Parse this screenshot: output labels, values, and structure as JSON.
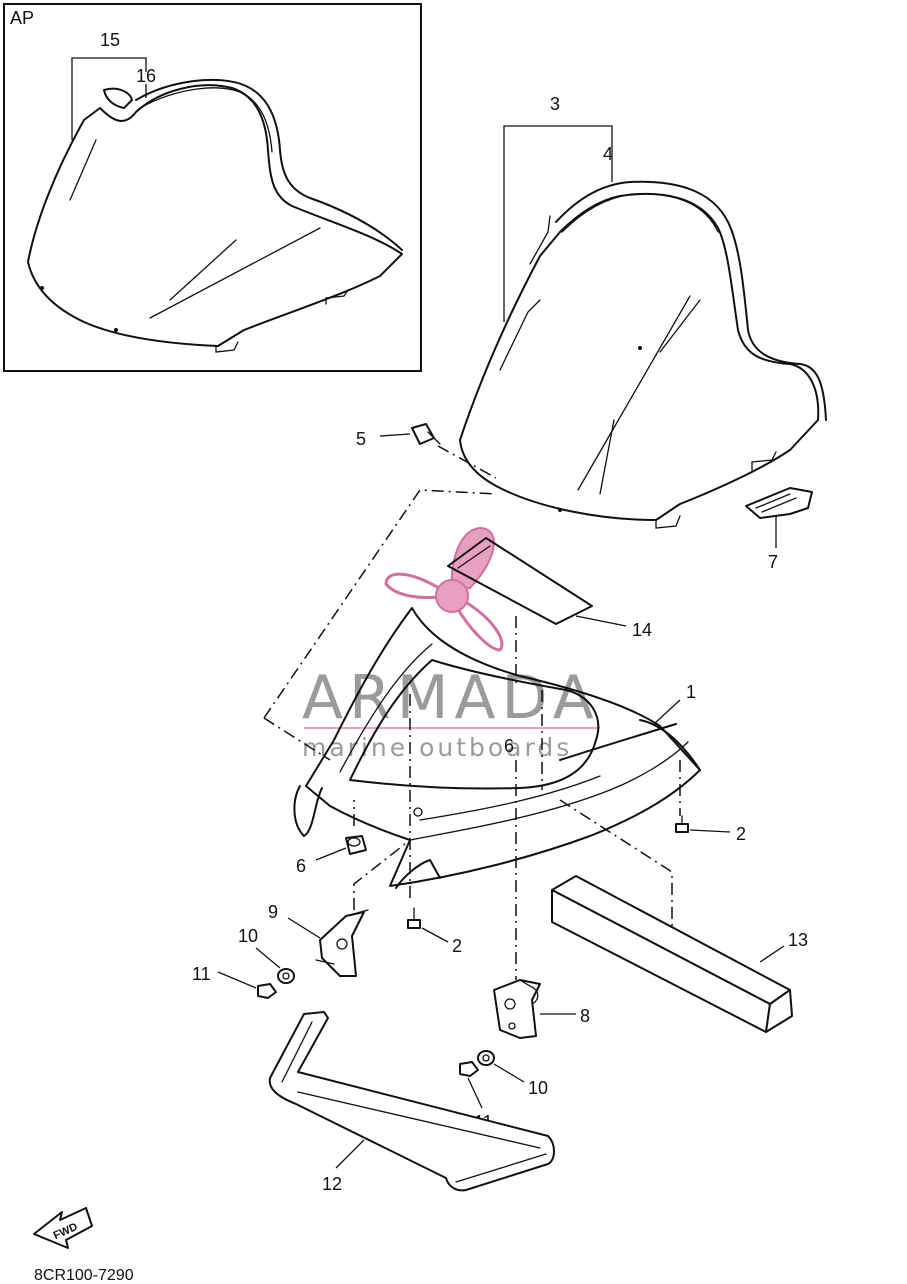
{
  "inset": {
    "label": "AP"
  },
  "callouts": {
    "c1": "1",
    "c2a": "2",
    "c2b": "2",
    "c3": "3",
    "c4": "4",
    "c5": "5",
    "c6a": "6",
    "c6b": "6",
    "c7": "7",
    "c8": "8",
    "c9": "9",
    "c10a": "10",
    "c10b": "10",
    "c11a": "11",
    "c11b": "11",
    "c12": "12",
    "c13": "13",
    "c14": "14",
    "c15": "15",
    "c16": "16"
  },
  "watermark": {
    "title": "ARMADA",
    "subtitle": "marine outboards"
  },
  "fwd_label": "FWD",
  "diagram_code": "8CR100-7290",
  "colors": {
    "ink": "#111111",
    "watermark_pink": "#e8a0c0",
    "watermark_gray": "#8a8a8a"
  }
}
